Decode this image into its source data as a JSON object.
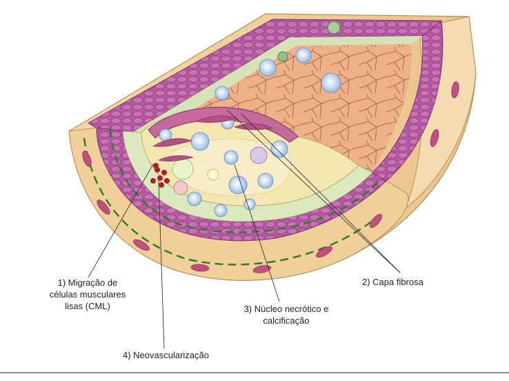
{
  "labels": {
    "l1_line1": "1) Migração de",
    "l1_line2": "células musculares",
    "l1_line3": "lisas (CML)",
    "l2": "2) Capa fibrosa",
    "l3_line1": "3) Núcleo necrótico e",
    "l3_line2": "calcificação",
    "l4": "4) Neovascularização"
  },
  "colors": {
    "adventitia": "#f2d5a3",
    "media": "#b0549c",
    "intima": "#d8e4b8",
    "lumen_wall": "#e8a47a",
    "foam_cell": "#bcd6f0",
    "red_cells": "#b01e24"
  }
}
